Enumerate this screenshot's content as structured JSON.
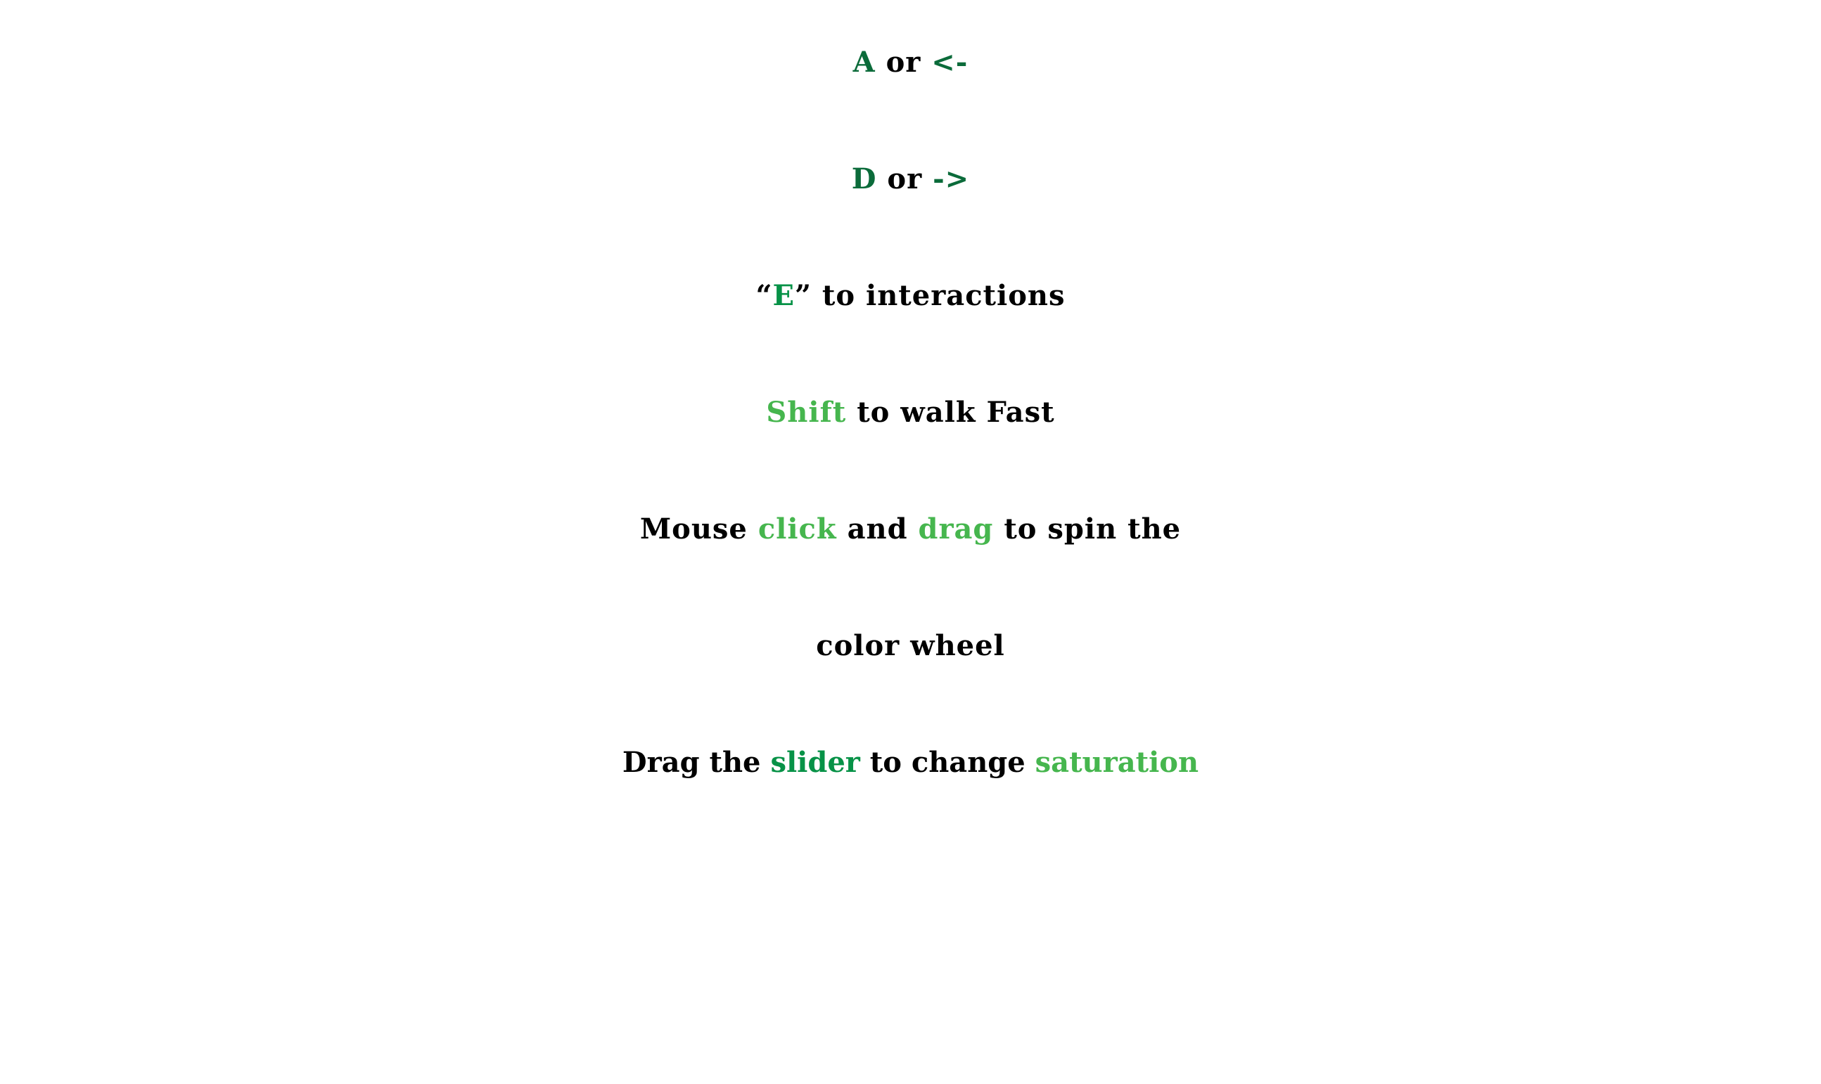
{
  "colors": {
    "text": "#000000",
    "key_dark_green": "#0b6b3a",
    "key_green": "#079247",
    "key_light_green": "#46b64e",
    "background": "#ffffff"
  },
  "controls": {
    "move_left": {
      "key": "A",
      "sep": " or ",
      "alt": "<-"
    },
    "move_right": {
      "key": "D",
      "sep": " or ",
      "alt": "->"
    },
    "interact": {
      "open_quote": "“",
      "key": "E",
      "close_quote": "”",
      "rest": " to interactions"
    },
    "sprint": {
      "key": "Shift",
      "rest": " to walk Fast"
    },
    "spin": {
      "part1": "Mouse ",
      "click": "click",
      "part2": " and ",
      "drag": "drag",
      "part3": " to spin the",
      "line2": "color wheel"
    },
    "saturation": {
      "part1": "Drag the ",
      "slider": "slider",
      "part2": " to change ",
      "saturation": "saturation"
    }
  }
}
